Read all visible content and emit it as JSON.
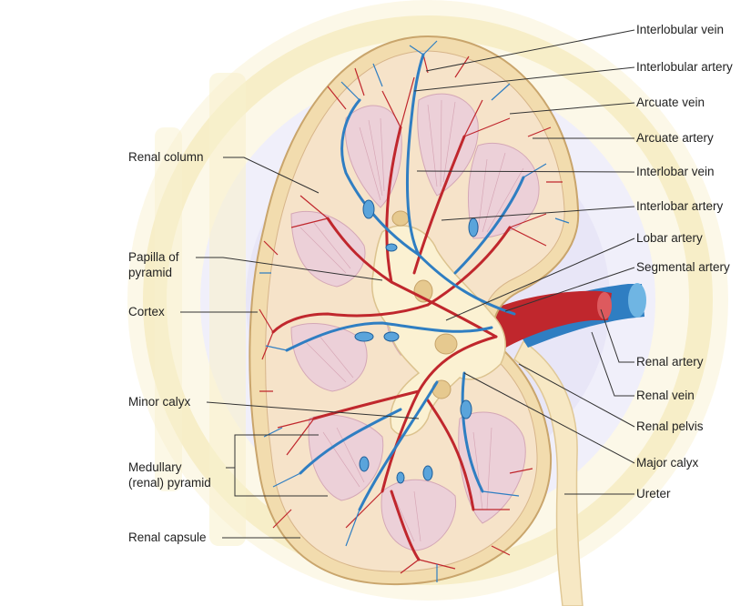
{
  "labels": {
    "interlobular_vein": "Interlobular vein",
    "interlobular_artery": "Interlobular artery",
    "arcuate_vein": "Arcuate vein",
    "arcuate_artery": "Arcuate artery",
    "interlobar_vein": "Interlobar vein",
    "interlobar_artery": "Interlobar artery",
    "lobar_artery": "Lobar artery",
    "segmental_artery": "Segmental artery",
    "renal_artery": "Renal artery",
    "renal_vein": "Renal vein",
    "renal_pelvis": "Renal pelvis",
    "major_calyx": "Major calyx",
    "ureter": "Ureter",
    "renal_column": "Renal column",
    "papilla_of_pyramid_line1": "Papilla of",
    "papilla_of_pyramid_line2": "pyramid",
    "cortex": "Cortex",
    "minor_calyx": "Minor calyx",
    "medullary_pyramid_line1": "Medullary",
    "medullary_pyramid_line2": "(renal) pyramid",
    "renal_capsule": "Renal capsule"
  },
  "colors": {
    "watermark": "#f3e6a6",
    "watermark_blue": "#c9c6ee",
    "capsule": "#f2dcae",
    "cortex": "#f6e3c9",
    "pyramid": "#ecd0d8",
    "artery": "#c0272d",
    "vein": "#2f7ec2",
    "pelvis": "#fbf1d2",
    "leader_line": "#333333"
  }
}
